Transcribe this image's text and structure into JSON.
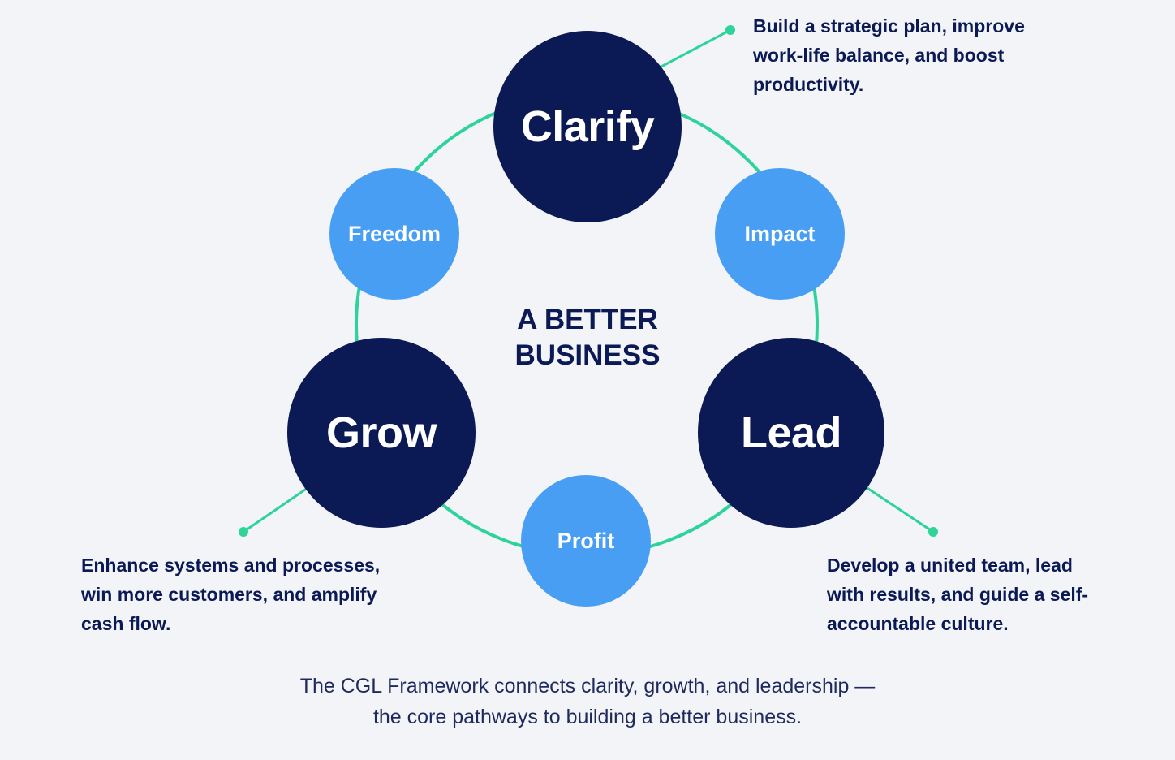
{
  "nodes": {
    "clarify": "Clarify",
    "grow": "Grow",
    "lead": "Lead",
    "freedom": "Freedom",
    "impact": "Impact",
    "profit": "Profit"
  },
  "center": {
    "line1": "A BETTER",
    "line2": "BUSINESS"
  },
  "descriptions": {
    "clarify": "Build a strategic plan, improve work-life balance, and boost productivity.",
    "grow": "Enhance systems and processes, win more customers, and amplify cash flow.",
    "lead": "Develop a united team, lead with results, and guide a self-accountable culture."
  },
  "caption": {
    "line1": "The CGL Framework connects clarity, growth, and leadership —",
    "line2": "the core pathways to building a better business."
  },
  "colors": {
    "background": "#f3f4f7",
    "primary_navy": "#0b1955",
    "secondary_blue": "#489ef3",
    "connector_green": "#2ed39a"
  }
}
